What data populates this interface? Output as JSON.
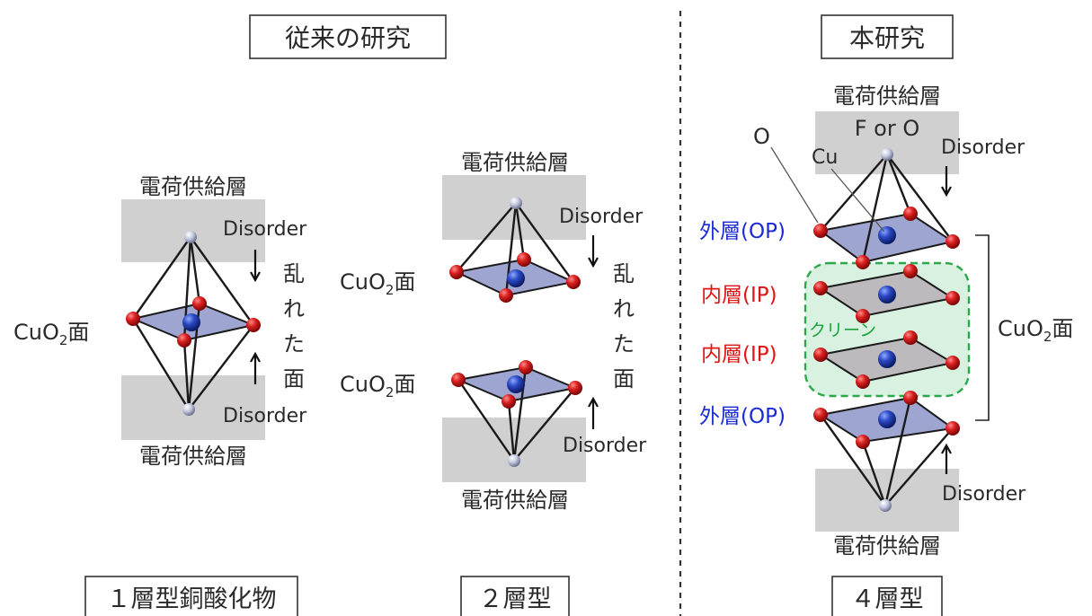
{
  "headers": {
    "conventional": "従来の研究",
    "this_study": "本研究"
  },
  "footers": {
    "single_layer": "１層型銅酸化物",
    "double_layer": "２層型",
    "four_layer": "４層型"
  },
  "labels": {
    "charge_layer": "電荷供給層",
    "cuo2_plane_prefix": "CuO",
    "cuo2_plane_sub": "2",
    "cuo2_plane_suffix": "面",
    "disorder": "Disorder",
    "disordered_plane_chars": [
      "乱",
      "れ",
      "た",
      "面"
    ],
    "f_or_o": "F or O",
    "atom_o": "O",
    "atom_cu": "Cu",
    "outer_layer": "外層(OP)",
    "inner_layer": "内層(IP)",
    "clean": "クリーン"
  },
  "colors": {
    "outer_layer_text": "#1a2bd6",
    "inner_layer_text": "#e01414",
    "clean_text": "#1aa33a",
    "clean_fill": "#d8f1e1",
    "clean_border": "#2aa84a",
    "oxygen_atom": "#cc1a1a",
    "copper_atom": "#1f3fae",
    "apical_atom": "#b9bfd9",
    "charge_layer_fill": "#cfd0cf"
  }
}
